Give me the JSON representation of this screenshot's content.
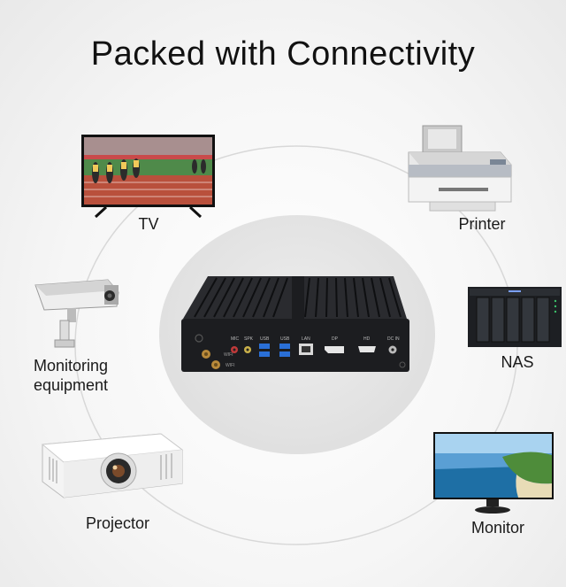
{
  "title": "Packed with Connectivity",
  "devices": {
    "tv": {
      "label": "TV"
    },
    "printer": {
      "label": "Printer"
    },
    "monitoring": {
      "label_line1": "Monitoring",
      "label_line2": "equipment"
    },
    "nas": {
      "label": "NAS"
    },
    "projector": {
      "label": "Projector"
    },
    "monitor": {
      "label": "Monitor"
    }
  },
  "ports": {
    "mic": "MIC",
    "spk": "SPK",
    "usb1": "USB",
    "usb2": "USB",
    "lan": "LAN",
    "dp": "DP",
    "hd": "HD",
    "dcin": "DC IN",
    "wifi1": "WIFI",
    "wifi2": "WIFI"
  },
  "colors": {
    "chassis": "#1c1d20",
    "usb_port": "#2a6fd6",
    "ring": "#d8d8d8"
  }
}
